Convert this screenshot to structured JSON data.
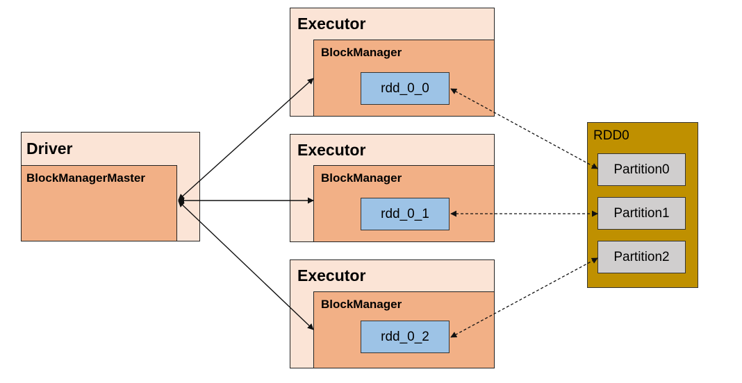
{
  "driver": {
    "title": "Driver",
    "master_label": "BlockManagerMaster"
  },
  "executors": [
    {
      "title": "Executor",
      "manager_label": "BlockManager",
      "block_label": "rdd_0_0"
    },
    {
      "title": "Executor",
      "manager_label": "BlockManager",
      "block_label": "rdd_0_1"
    },
    {
      "title": "Executor",
      "manager_label": "BlockManager",
      "block_label": "rdd_0_2"
    }
  ],
  "rdd": {
    "title": "RDD0",
    "partitions": [
      "Partition0",
      "Partition1",
      "Partition2"
    ]
  },
  "colors": {
    "outer_fill": "#fbe4d6",
    "inner_fill": "#f2b086",
    "block_fill": "#9dc3e6",
    "rdd_fill": "#bf9000",
    "partition_fill": "#d0cece"
  }
}
